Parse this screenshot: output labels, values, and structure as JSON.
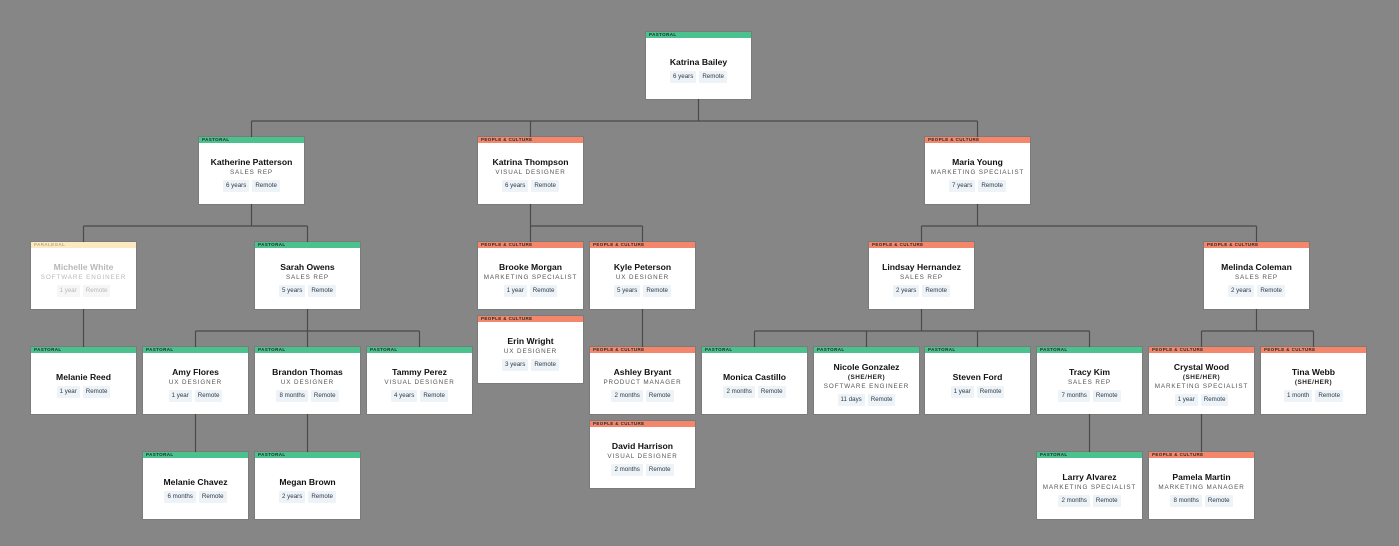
{
  "colors": {
    "background": "#868686",
    "line": "#4a4a4a",
    "Pastoral": "#4bc18d",
    "People & Culture": "#f4876b",
    "Paralegal": "#fbe9c2"
  },
  "people": [
    {
      "id": "p0",
      "department": "Pastoral",
      "name": "Katrina Bailey",
      "pronouns": "",
      "title": "",
      "tenure": "6 years",
      "location": "Remote",
      "manager": null
    },
    {
      "id": "p1",
      "department": "Pastoral",
      "name": "Katherine Patterson",
      "pronouns": "",
      "title": "Sales Rep",
      "tenure": "6 years",
      "location": "Remote",
      "manager": "p0"
    },
    {
      "id": "p2",
      "department": "People & Culture",
      "name": "Katrina Thompson",
      "pronouns": "",
      "title": "Visual Designer",
      "tenure": "6 years",
      "location": "Remote",
      "manager": "p0"
    },
    {
      "id": "p3",
      "department": "People & Culture",
      "name": "Maria Young",
      "pronouns": "",
      "title": "Marketing Specialist",
      "tenure": "7 years",
      "location": "Remote",
      "manager": "p0"
    },
    {
      "id": "p4",
      "department": "Paralegal",
      "name": "Michelle White",
      "pronouns": "",
      "title": "Software Engineer",
      "tenure": "1 year",
      "location": "Remote",
      "manager": "p1",
      "dimmed": true
    },
    {
      "id": "p5",
      "department": "Pastoral",
      "name": "Sarah Owens",
      "pronouns": "",
      "title": "Sales Rep",
      "tenure": "5 years",
      "location": "Remote",
      "manager": "p1"
    },
    {
      "id": "p6",
      "department": "People & Culture",
      "name": "Brooke Morgan",
      "pronouns": "",
      "title": "Marketing Specialist",
      "tenure": "1 year",
      "location": "Remote",
      "manager": "p2"
    },
    {
      "id": "p7",
      "department": "People & Culture",
      "name": "Erin Wright",
      "pronouns": "",
      "title": "UX Designer",
      "tenure": "3 years",
      "location": "Remote",
      "manager": "p2"
    },
    {
      "id": "p8",
      "department": "People & Culture",
      "name": "Kyle Peterson",
      "pronouns": "",
      "title": "UX Designer",
      "tenure": "5 years",
      "location": "Remote",
      "manager": "p2"
    },
    {
      "id": "p9",
      "department": "People & Culture",
      "name": "Lindsay Hernandez",
      "pronouns": "",
      "title": "Sales Rep",
      "tenure": "2 years",
      "location": "Remote",
      "manager": "p3"
    },
    {
      "id": "p10",
      "department": "People & Culture",
      "name": "Melinda Coleman",
      "pronouns": "",
      "title": "Sales Rep",
      "tenure": "2 years",
      "location": "Remote",
      "manager": "p3"
    },
    {
      "id": "p11",
      "department": "Pastoral",
      "name": "Melanie Reed",
      "pronouns": "",
      "title": "",
      "tenure": "1 year",
      "location": "Remote",
      "manager": "p4"
    },
    {
      "id": "p12",
      "department": "Pastoral",
      "name": "Amy Flores",
      "pronouns": "",
      "title": "UX Designer",
      "tenure": "1 year",
      "location": "Remote",
      "manager": "p5"
    },
    {
      "id": "p13",
      "department": "Pastoral",
      "name": "Brandon Thomas",
      "pronouns": "",
      "title": "UX Designer",
      "tenure": "8 months",
      "location": "Remote",
      "manager": "p5"
    },
    {
      "id": "p14",
      "department": "Pastoral",
      "name": "Tammy Perez",
      "pronouns": "",
      "title": "Visual Designer",
      "tenure": "4 years",
      "location": "Remote",
      "manager": "p5"
    },
    {
      "id": "p15",
      "department": "People & Culture",
      "name": "Ashley Bryant",
      "pronouns": "",
      "title": "Product Manager",
      "tenure": "2 months",
      "location": "Remote",
      "manager": "p8"
    },
    {
      "id": "p16",
      "department": "People & Culture",
      "name": "David Harrison",
      "pronouns": "",
      "title": "Visual Designer",
      "tenure": "2 months",
      "location": "Remote",
      "manager": "p8"
    },
    {
      "id": "p17",
      "department": "Pastoral",
      "name": "Monica Castillo",
      "pronouns": "",
      "title": "",
      "tenure": "2 months",
      "location": "Remote",
      "manager": "p9"
    },
    {
      "id": "p18",
      "department": "Pastoral",
      "name": "Nicole Gonzalez",
      "pronouns": "(SHE/HER)",
      "title": "Software Engineer",
      "tenure": "11 days",
      "location": "Remote",
      "manager": "p9"
    },
    {
      "id": "p19",
      "department": "Pastoral",
      "name": "Steven Ford",
      "pronouns": "",
      "title": "",
      "tenure": "1 year",
      "location": "Remote",
      "manager": "p9"
    },
    {
      "id": "p20",
      "department": "Pastoral",
      "name": "Tracy Kim",
      "pronouns": "",
      "title": "Sales Rep",
      "tenure": "7 months",
      "location": "Remote",
      "manager": "p9"
    },
    {
      "id": "p21",
      "department": "People & Culture",
      "name": "Crystal Wood",
      "pronouns": "(SHE/HER)",
      "title": "Marketing Specialist",
      "tenure": "1 year",
      "location": "Remote",
      "manager": "p10"
    },
    {
      "id": "p22",
      "department": "People & Culture",
      "name": "Tina Webb",
      "pronouns": "(SHE/HER)",
      "title": "",
      "tenure": "1 month",
      "location": "Remote",
      "manager": "p10"
    },
    {
      "id": "p23",
      "department": "Pastoral",
      "name": "Melanie Chavez",
      "pronouns": "",
      "title": "",
      "tenure": "6 months",
      "location": "Remote",
      "manager": "p12"
    },
    {
      "id": "p24",
      "department": "Pastoral",
      "name": "Megan Brown",
      "pronouns": "",
      "title": "",
      "tenure": "2 years",
      "location": "Remote",
      "manager": "p13"
    },
    {
      "id": "p25",
      "department": "Pastoral",
      "name": "Larry Alvarez",
      "pronouns": "",
      "title": "Marketing Specialist",
      "tenure": "2 months",
      "location": "Remote",
      "manager": "p20"
    },
    {
      "id": "p26",
      "department": "People & Culture",
      "name": "Pamela Martin",
      "pronouns": "",
      "title": "Marketing Manager",
      "tenure": "8 months",
      "location": "Remote",
      "manager": "p21"
    }
  ]
}
